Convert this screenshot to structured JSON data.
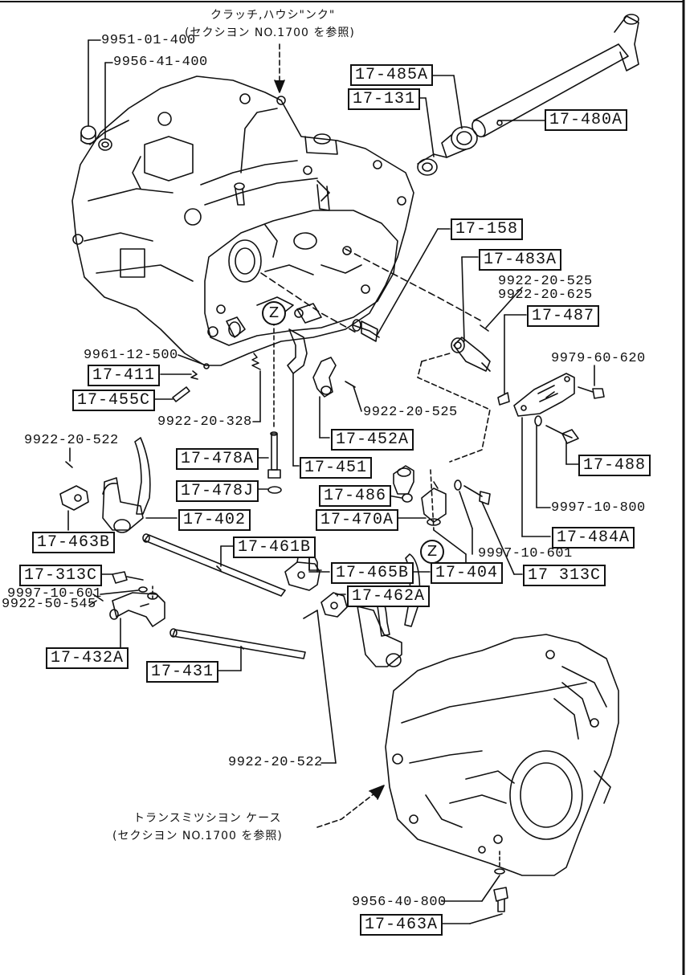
{
  "notes": {
    "clutch_housing_line1": "クラッチ,ハウシ\"ンク\"",
    "clutch_housing_line2": "(セクシヨン NO.1700 を参照)",
    "trans_case_line1": "トランスミツシヨン ケース",
    "trans_case_line2": "(セクシヨン NO.1700 を参照)"
  },
  "refs": {
    "z_top": "Z",
    "z_bottom": "Z"
  },
  "parts": {
    "p_9951_01_400": "9951-01-400",
    "p_9956_41_400": "9956-41-400",
    "p_17_485A": "17-485A",
    "p_17_131": "17-131",
    "p_17_480A": "17-480A",
    "p_17_158": "17-158",
    "p_17_483A": "17-483A",
    "p_9922_20_525a": "9922-20-525",
    "p_9922_20_625": "9922-20-625",
    "p_17_487": "17-487",
    "p_9979_60_620": "9979-60-620",
    "p_9961_12_500": "9961-12-500",
    "p_17_411": "17-411",
    "p_17_455C": "17-455C",
    "p_9922_20_328": "9922-20-328",
    "p_9922_20_525b": "9922-20-525",
    "p_17_452A": "17-452A",
    "p_9922_20_522a": "9922-20-522",
    "p_17_478A": "17-478A",
    "p_17_451": "17-451",
    "p_17_488": "17-488",
    "p_17_478J": "17-478J",
    "p_17_486": "17-486",
    "p_9997_10_800": "9997-10-800",
    "p_17_463B": "17-463B",
    "p_17_402": "17-402",
    "p_17_470A": "17-470A",
    "p_17_484A": "17-484A",
    "p_17_461B": "17-461B",
    "p_17_313C_left": "17-313C",
    "p_17_465B": "17-465B",
    "p_17_313C_right": "17 313C",
    "p_9997_10_601a": "9997-10-601",
    "p_17_462A": "17-462A",
    "p_9997_10_601b": "9997-10-601",
    "p_9922_50_545": "9922-50-545",
    "p_17_404": "17-404",
    "p_17_432A": "17-432A",
    "p_17_431": "17-431",
    "p_9922_20_522b": "9922-20-522",
    "p_9956_40_800": "9956-40-800",
    "p_17_463A": "17-463A"
  }
}
